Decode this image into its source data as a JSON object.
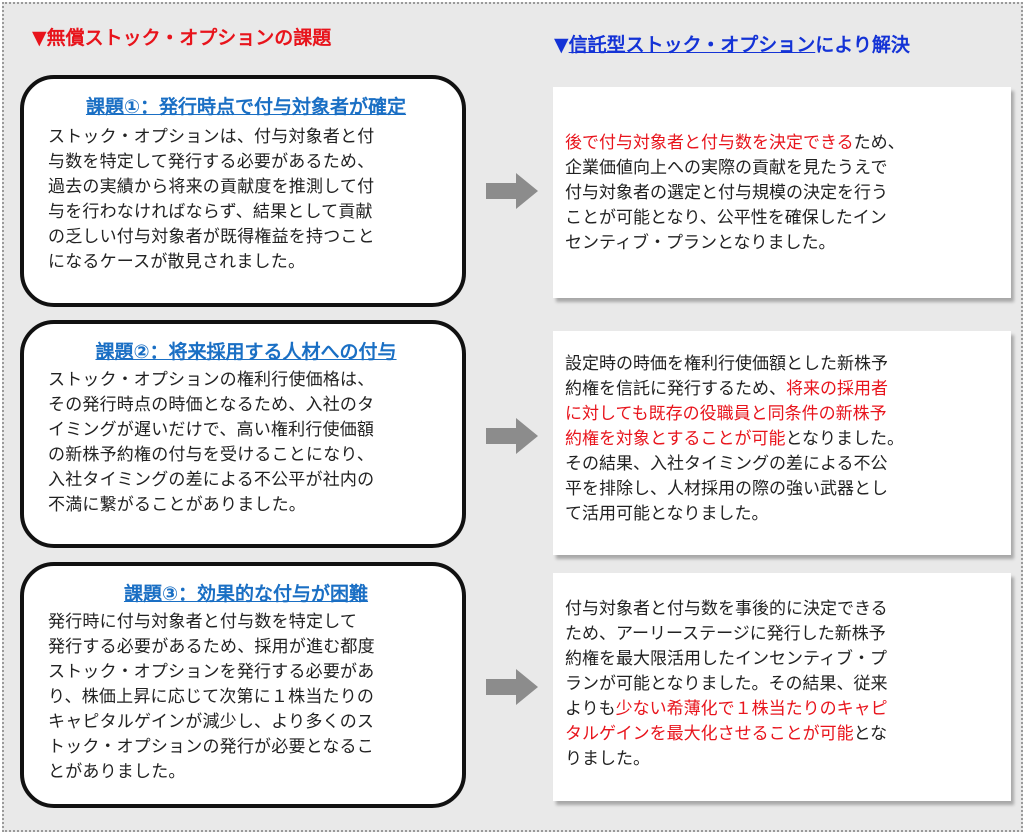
{
  "left_heading": "▼無償ストック・オプションの課題",
  "right_heading": {
    "marker": "▼",
    "underlined": "信託型ストック・オプション",
    "rest": "により解決"
  },
  "issues": [
    {
      "title": "課題①：発行時点で付与対象者が確定",
      "lines": [
        "ストック・オプションは、付与対象者と付",
        "与数を特定して発行する必要があるため、",
        "過去の実績から将来の貢献度を推測して付",
        "与を行わなければならず、結果として貢献",
        "の乏しい付与対象者が既得権益を持つこと",
        "になるケースが散見されました。"
      ]
    },
    {
      "title": "課題②：将来採用する人材への付与",
      "lines": [
        "ストック・オプションの権利行使価格は、",
        "その発行時点の時価となるため、入社のタ",
        "イミングが遅いだけで、高い権利行使価額",
        "の新株予約権の付与を受けることになり、",
        "入社タイミングの差による不公平が社内の",
        "不満に繋がることがありました。"
      ]
    },
    {
      "title": "課題③：効果的な付与が困難",
      "lines": [
        "発行時に付与対象者と付与数を特定して",
        "発行する必要があるため、採用が進む都度",
        "ストック・オプションを発行する必要があ",
        "り、株価上昇に応じて次第に１株当たりの",
        "キャピタルゲインが減少し、より多くのス",
        "トック・オプションの発行が必要となるこ",
        "とがありました。"
      ]
    }
  ],
  "solutions": [
    {
      "lines": [
        [
          {
            "t": "後で付与対象者と付与数を決定できる",
            "red": true
          },
          {
            "t": "ため、",
            "red": false
          }
        ],
        [
          {
            "t": "企業価値向上への実際の貢献を見たうえで",
            "red": false
          }
        ],
        [
          {
            "t": "付与対象者の選定と付与規模の決定を行う",
            "red": false
          }
        ],
        [
          {
            "t": "ことが可能となり、公平性を確保したイン",
            "red": false
          }
        ],
        [
          {
            "t": "センティブ・プランとなりました。",
            "red": false
          }
        ]
      ]
    },
    {
      "lines": [
        [
          {
            "t": "設定時の時価を権利行使価額とした新株予",
            "red": false
          }
        ],
        [
          {
            "t": "約権を信託に発行するため、",
            "red": false
          },
          {
            "t": "将来の採用者",
            "red": true
          }
        ],
        [
          {
            "t": "に対しても既存の役職員と同条件の新株予",
            "red": true
          }
        ],
        [
          {
            "t": "約権を対象とすることが可能",
            "red": true
          },
          {
            "t": "となりました。",
            "red": false
          }
        ],
        [
          {
            "t": "その結果、入社タイミングの差による不公",
            "red": false
          }
        ],
        [
          {
            "t": "平を排除し、人材採用の際の強い武器とし",
            "red": false
          }
        ],
        [
          {
            "t": "て活用可能となりました。",
            "red": false
          }
        ]
      ]
    },
    {
      "lines": [
        [
          {
            "t": "付与対象者と付与数を事後的に決定できる",
            "red": false
          }
        ],
        [
          {
            "t": "ため、アーリーステージに発行した新株予",
            "red": false
          }
        ],
        [
          {
            "t": "約権を最大限活用したインセンティブ・プ",
            "red": false
          }
        ],
        [
          {
            "t": "ランが可能となりました。その結果、従来",
            "red": false
          }
        ],
        [
          {
            "t": "よりも",
            "red": false
          },
          {
            "t": "少ない希薄化で１株当たりのキャピ",
            "red": true
          }
        ],
        [
          {
            "t": "タルゲインを最大化させることが可能",
            "red": true
          },
          {
            "t": "とな",
            "red": false
          }
        ],
        [
          {
            "t": "りました。",
            "red": false
          }
        ]
      ]
    }
  ],
  "colors": {
    "red": "#e8141c",
    "blue": "#1433d6",
    "title_blue": "#1a6fc4",
    "arrow_gray": "#8c8c8c"
  },
  "icons": [
    "right-arrow-icon"
  ]
}
